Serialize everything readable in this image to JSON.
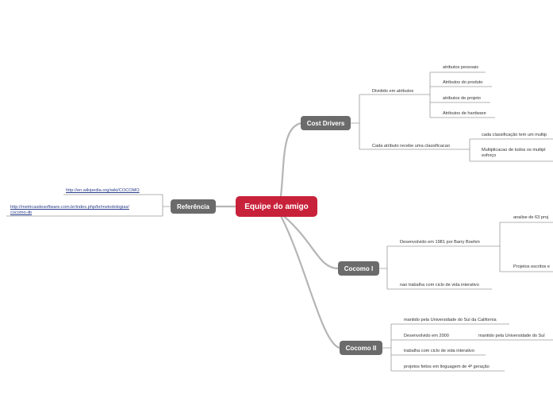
{
  "central": {
    "label": "Equipe do amigo",
    "color": "#c8213a"
  },
  "branches": {
    "cost_drivers": {
      "label": "Cost Drivers",
      "dividido": "Dividido em atributos",
      "attrs": [
        "atributos pessoais",
        "Atributos do produto",
        "atributos de projeto",
        "Atributos de hardware"
      ],
      "cada": "Cada atributo recebe uma classificacao",
      "classif1": "cada classificação tem um multip",
      "classif2a": "Multiplicacao de todos os multipl",
      "classif2b": "esforço"
    },
    "referencia": {
      "label": "Referência",
      "link1": "http://en.wikipedia.org/wiki/COCOMO",
      "link2a": "http://metricasdesoftware.com.br/index.php/br/metodologias/",
      "link2b": "cocomo-iib"
    },
    "cocomo1": {
      "label": "Cocomo I",
      "dev": "Desenvolvido em 1981 por Barry Boehm",
      "sub1": "analise de 63 proj",
      "sub2": "Projetos escritos e",
      "ciclo": "nao trabalha com ciclo de vida interativo"
    },
    "cocomo2": {
      "label": "Cocomo II",
      "mantido": "mantido pela Universidade do Sul da California",
      "dev": "Desenvolvido em 2000",
      "dev_sub": "mantido pela Universidade do Sul",
      "ciclo": "trabalha com ciclo de vida interativo",
      "proj": "projetos feitos em linguagem de 4º geração"
    }
  },
  "colors": {
    "node": "#6b6b6b",
    "line": "#b5b5b5",
    "leaf_line": "#9a9a9a",
    "link": "#2a3e8c"
  }
}
